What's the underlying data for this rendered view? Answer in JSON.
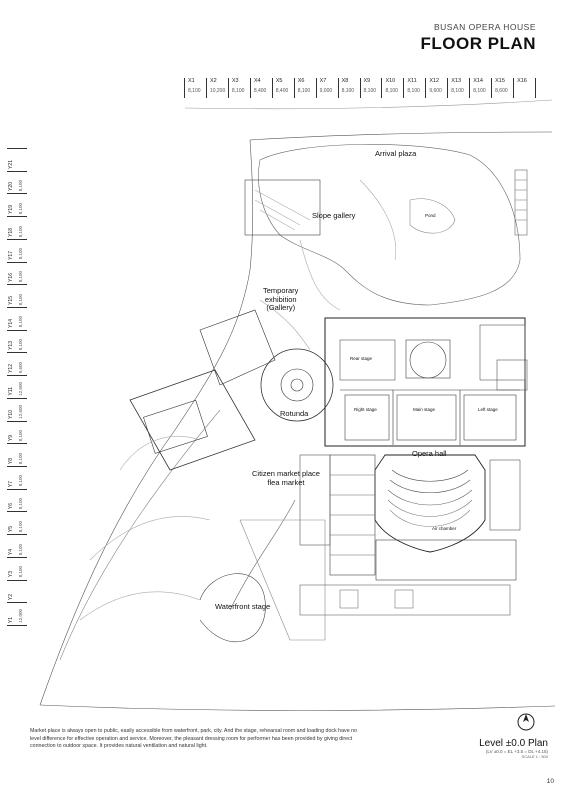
{
  "header": {
    "subtitle": "BUSAN OPERA HOUSE",
    "title": "FLOOR PLAN"
  },
  "grid_x": [
    {
      "label": "X1",
      "dim": "8,100"
    },
    {
      "label": "X2",
      "dim": "10,200"
    },
    {
      "label": "X3",
      "dim": "8,100"
    },
    {
      "label": "X4",
      "dim": "8,400"
    },
    {
      "label": "X5",
      "dim": "8,400"
    },
    {
      "label": "X6",
      "dim": "8,100"
    },
    {
      "label": "X7",
      "dim": "9,000"
    },
    {
      "label": "X8",
      "dim": "8,100"
    },
    {
      "label": "X9",
      "dim": "8,100"
    },
    {
      "label": "X10",
      "dim": "8,100"
    },
    {
      "label": "X11",
      "dim": "8,100"
    },
    {
      "label": "X12",
      "dim": "9,600"
    },
    {
      "label": "X13",
      "dim": "8,100"
    },
    {
      "label": "X14",
      "dim": "8,100"
    },
    {
      "label": "X15",
      "dim": "8,600"
    },
    {
      "label": "X16",
      "dim": ""
    }
  ],
  "grid_y": [
    {
      "label": "Y1",
      "dim": "12,000"
    },
    {
      "label": "Y2",
      "dim": ""
    },
    {
      "label": "Y3",
      "dim": "8,100"
    },
    {
      "label": "Y4",
      "dim": "8,100"
    },
    {
      "label": "Y5",
      "dim": "8,100"
    },
    {
      "label": "Y6",
      "dim": "8,100"
    },
    {
      "label": "Y7",
      "dim": "8,100"
    },
    {
      "label": "Y8",
      "dim": "8,100"
    },
    {
      "label": "Y9",
      "dim": "8,100"
    },
    {
      "label": "Y10",
      "dim": "12,600"
    },
    {
      "label": "Y11",
      "dim": "12,600"
    },
    {
      "label": "Y12",
      "dim": "9,600"
    },
    {
      "label": "Y13",
      "dim": "8,100"
    },
    {
      "label": "Y14",
      "dim": "8,100"
    },
    {
      "label": "Y15",
      "dim": "8,100"
    },
    {
      "label": "Y16",
      "dim": "8,100"
    },
    {
      "label": "Y17",
      "dim": "8,100"
    },
    {
      "label": "Y18",
      "dim": "8,100"
    },
    {
      "label": "Y19",
      "dim": "8,100"
    },
    {
      "label": "Y20",
      "dim": "8,100"
    },
    {
      "label": "Y21",
      "dim": ""
    }
  ],
  "rooms": {
    "arrival_plaza": "Arrival plaza",
    "slope_gallery": "Slope gallery",
    "temporary_exhibition": "Temporary\nexhibition\n(Gallery)",
    "rotunda": "Rotunda",
    "opera_hall": "Opera hall",
    "citizen_market": "Citizen market place\nflea market",
    "waterfront_stage": "Waterfront stage",
    "main_stage": "Main stage",
    "right_stage": "Right stage",
    "left_stage": "Left stage",
    "rear_stage": "Rear stage",
    "pond": "Pond",
    "air_chamber": "Air chamber"
  },
  "caption": "Market place is always open to public, easily accessible from waterfront, park, city. And the stage, rehearsal room and loading dock have no level difference for effective operation and service. Moreover, the pleasant dressing room for performer has been provided by giving direct connection to outdoor space. It provides natural ventilation and natural light.",
  "level": {
    "title": "Level ±0.0 Plan",
    "sub": "(LV ±0.0 = EL +3.5 = DL +4.15)",
    "scale": "SCALE 1 : 500"
  },
  "page_number": "10"
}
